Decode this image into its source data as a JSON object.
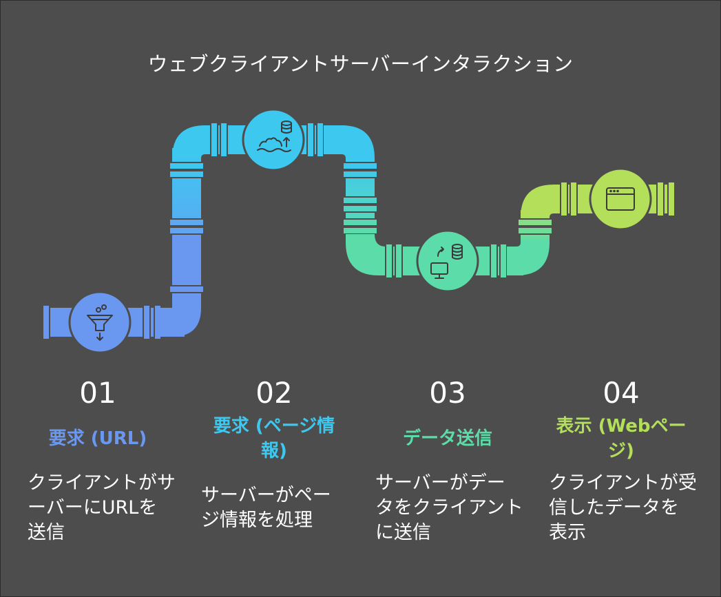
{
  "title": "ウェブクライアントサーバーインタラクション",
  "colors": {
    "background": "#4d4d4d",
    "step1": "#6a98f0",
    "step2": "#3dc8f0",
    "step3": "#5cdca8",
    "step4": "#b3df5a"
  },
  "steps": [
    {
      "number": "01",
      "label": "要求 (URL)",
      "description": "クライアントがサーバーにURLを送信",
      "icon": "funnel-icon"
    },
    {
      "number": "02",
      "label": "要求 (ページ情報)",
      "description": "サーバーがページ情報を処理",
      "icon": "data-processing-icon"
    },
    {
      "number": "03",
      "label": "データ送信",
      "description": "サーバーがデータをクライアントに送信",
      "icon": "data-transfer-icon"
    },
    {
      "number": "04",
      "label": "表示 (Webページ)",
      "description": "クライアントが受信したデータを表示",
      "icon": "browser-window-icon"
    }
  ]
}
